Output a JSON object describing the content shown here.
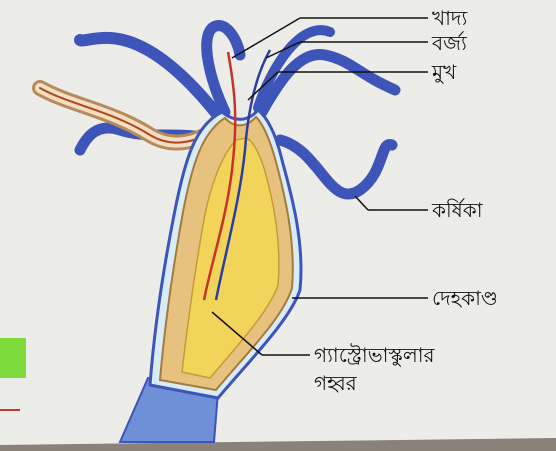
{
  "diagram": {
    "labels": {
      "food": "খাদ্য",
      "waste": "বর্জ্য",
      "mouth": "মুখ",
      "tentacle": "কর্ষিকা",
      "body_column": "দেহকাণ্ড",
      "cavity_line1": "গ্যাস্ট্রোভাস্কুলার",
      "cavity_line2": "গহ্বর"
    },
    "colors": {
      "tentacle_blue": "#3d55b8",
      "body_orange": "#e7c27e",
      "cavity_yellow": "#f3d45a",
      "food_path_red": "#c8322b",
      "waste_path_blue": "#2a3f9e",
      "ground": "#8a8178"
    }
  }
}
